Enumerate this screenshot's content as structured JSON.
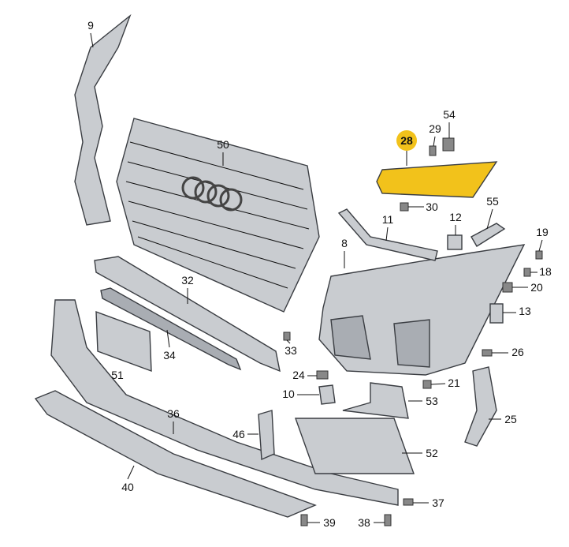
{
  "title": "Front bumper exploded parts diagram",
  "highlight_color": "#f2c21b",
  "part_color": "#c9ccd0",
  "highlighted_part": "28",
  "labels": {
    "p9": "9",
    "p50": "50",
    "p28": "28",
    "p29": "29",
    "p54": "54",
    "p30": "30",
    "p11": "11",
    "p12": "12",
    "p55": "55",
    "p19": "19",
    "p18": "18",
    "p8": "8",
    "p20": "20",
    "p32": "32",
    "p13": "13",
    "p33": "33",
    "p34": "34",
    "p26": "26",
    "p51": "51",
    "p24": "24",
    "p21": "21",
    "p10": "10",
    "p53": "53",
    "p36": "36",
    "p25": "25",
    "p46": "46",
    "p52": "52",
    "p40": "40",
    "p37": "37",
    "p39": "39",
    "p38": "38"
  }
}
